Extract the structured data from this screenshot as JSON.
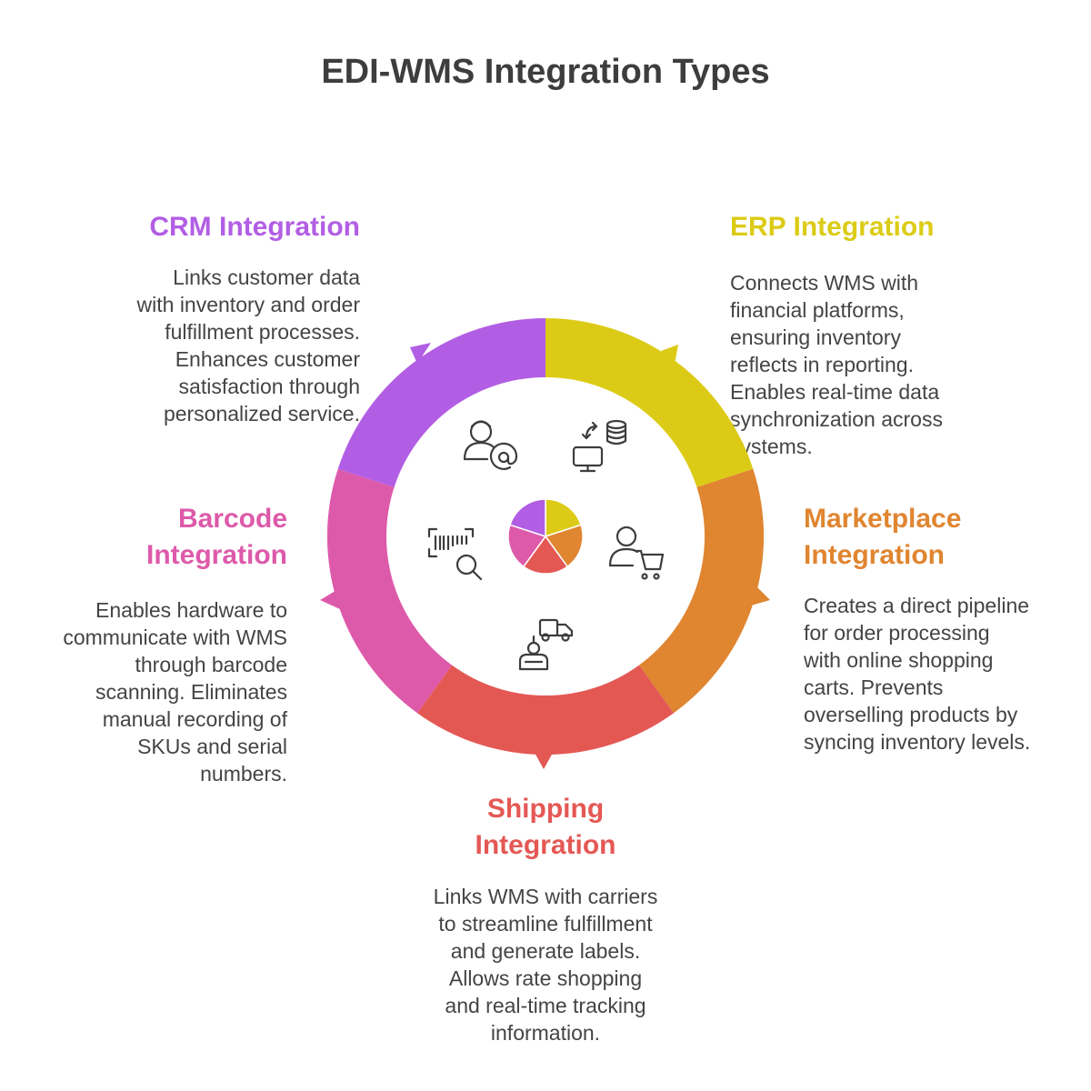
{
  "title": "EDI-WMS Integration Types",
  "colors": {
    "crm": "#b25ee4",
    "erp": "#dccb16",
    "marketplace": "#e08530",
    "shipping": "#e45854",
    "barcode": "#dd5aaa",
    "text": "#444444",
    "icon": "#3d3d3d"
  },
  "sections": {
    "crm": {
      "heading": "CRM Integration",
      "lines": [
        "Links customer data",
        "with inventory and order",
        "fulfillment processes.",
        "Enhances customer",
        "satisfaction through",
        "personalized service."
      ]
    },
    "erp": {
      "heading": "ERP Integration",
      "lines": [
        "Connects WMS with",
        "financial platforms,",
        "ensuring inventory",
        "reflects in reporting.",
        "Enables real-time data",
        "synchronization across",
        "systems."
      ]
    },
    "barcode": {
      "heading_lines": [
        "Barcode",
        "Integration"
      ],
      "lines": [
        "Enables hardware to",
        "communicate with WMS",
        "through barcode",
        "scanning. Eliminates",
        "manual recording of",
        "SKUs and serial",
        "numbers."
      ]
    },
    "marketplace": {
      "heading_lines": [
        "Marketplace",
        "Integration"
      ],
      "lines": [
        "Creates a direct pipeline",
        "for order processing",
        "with online shopping",
        "carts. Prevents",
        "overselling products by",
        "syncing inventory levels."
      ]
    },
    "shipping": {
      "heading_lines": [
        "Shipping",
        "Integration"
      ],
      "lines": [
        "Links WMS with carriers",
        "to streamline fulfillment",
        "and generate labels.",
        "Allows rate shopping",
        "and real-time tracking",
        "information."
      ]
    }
  }
}
